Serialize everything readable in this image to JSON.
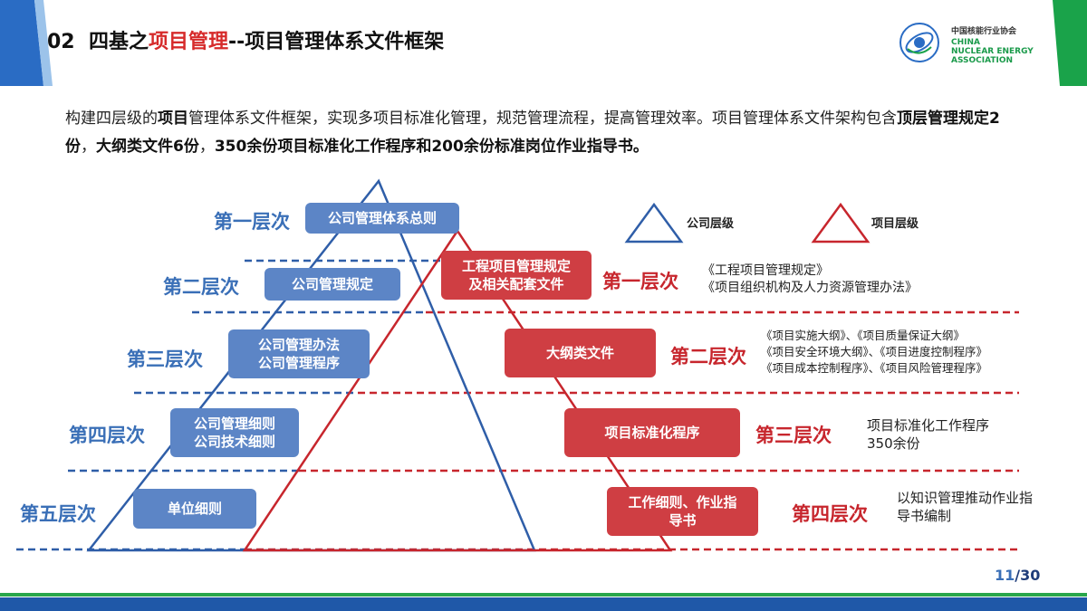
{
  "header": {
    "num": "02",
    "title_pre": "四基之",
    "title_red": "项目管理",
    "title_post": "--项目管理体系文件框架"
  },
  "logo": {
    "cn": "中国核能行业协会",
    "en1": "CHINA",
    "en2": "NUCLEAR ENERGY",
    "en3": "ASSOCIATION"
  },
  "intro": {
    "p1": "构建四层级的",
    "b1": "项目",
    "p2": "管理体系文件框架，实现多项目标准化管理，规范管理流程，提高管理效率。项目管理体系文件架构包含",
    "b2": "顶层管理规定2份",
    "p3": "，",
    "b3": "大纲类文件6份",
    "p4": "，",
    "b4": "350余份项目标准化工作程序和200余份标准岗位作业指导书。"
  },
  "legend": {
    "company": "公司层级",
    "project": "项目层级"
  },
  "company_levels": [
    {
      "label": "第一层次",
      "box": [
        "公司管理体系总则"
      ]
    },
    {
      "label": "第二层次",
      "box": [
        "公司管理规定"
      ]
    },
    {
      "label": "第三层次",
      "box": [
        "公司管理办法",
        "公司管理程序"
      ]
    },
    {
      "label": "第四层次",
      "box": [
        "公司管理细则",
        "公司技术细则"
      ]
    },
    {
      "label": "第五层次",
      "box": [
        "单位细则"
      ]
    }
  ],
  "project_levels": [
    {
      "label": "第一层次",
      "box": [
        "工程项目管理规定",
        "及相关配套文件"
      ],
      "notes": [
        "《工程项目管理规定》",
        "《项目组织机构及人力资源管理办法》"
      ]
    },
    {
      "label": "第二层次",
      "box": [
        "大纲类文件"
      ],
      "notes": [
        "《项目实施大纲》、《项目质量保证大纲》",
        "《项目安全环境大纲》、《项目进度控制程序》",
        "《项目成本控制程序》、《项目风险管理程序》"
      ]
    },
    {
      "label": "第三层次",
      "box": [
        "项目标准化程序"
      ],
      "notes": [
        "项目标准化工作程序",
        "350余份"
      ]
    },
    {
      "label": "第四层次",
      "box": [
        "工作细则、作业指",
        "导书"
      ],
      "notes": [
        "以知识管理推动作业指",
        "导书编制"
      ]
    }
  ],
  "page": {
    "current": "11",
    "total": "/30"
  },
  "colors": {
    "blue": "#3a6fb7",
    "red": "#c7262d",
    "green": "#1a9a4a"
  }
}
